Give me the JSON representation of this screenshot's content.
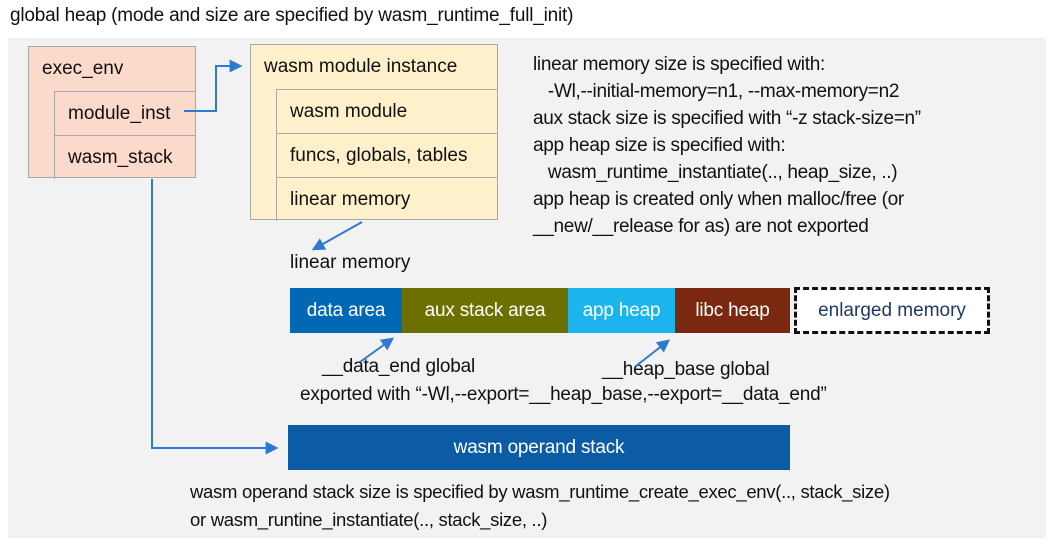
{
  "title": "global heap (mode and size are specified by wasm_runtime_full_init)",
  "exec_env": {
    "header": "exec_env",
    "rows": [
      "module_inst",
      "wasm_stack"
    ],
    "fill": "#FBDACB"
  },
  "module_instance": {
    "header": "wasm module instance",
    "rows": [
      "wasm module",
      "funcs, globals, tables",
      "linear memory"
    ],
    "fill": "#FDF0CB"
  },
  "notes_right": {
    "lines": [
      "linear memory size is specified with:",
      "   -Wl,--initial-memory=n1, --max-memory=n2",
      "aux stack size is specified with “-z stack-size=n”",
      "app heap size is specified with:",
      "   wasm_runtime_instantiate(.., heap_size, ..)",
      "app heap is created only when malloc/free (or",
      "__new/__release for as) are not exported"
    ]
  },
  "linear_memory": {
    "label": "linear memory",
    "segments": [
      {
        "label": "data area",
        "color": "#0068B5"
      },
      {
        "label": "aux stack area",
        "color": "#6B7000"
      },
      {
        "label": "app heap",
        "color": "#1CB4EC"
      },
      {
        "label": "libc heap",
        "color": "#7A2810"
      }
    ],
    "enlarged": {
      "label": "enlarged memory",
      "text_color": "#1F3864"
    }
  },
  "annotations": {
    "data_end": "__data_end global",
    "heap_base": "__heap_base global",
    "exported": "exported with “-Wl,--export=__heap_base,--export=__data_end”"
  },
  "operand_stack": {
    "label": "wasm operand stack",
    "color": "#0B5BA5"
  },
  "notes_bottom": {
    "lines": [
      "wasm operand stack size is specified by wasm_runtime_create_exec_env(.., stack_size)",
      "or wasm_runtine_instantiate(.., stack_size, ..)"
    ]
  },
  "colors": {
    "panel_bg": "#F2F2F2",
    "arrow": "#2E7AD1",
    "box_border": "#A8A8A8",
    "enlarged_text": "#1F3864"
  }
}
